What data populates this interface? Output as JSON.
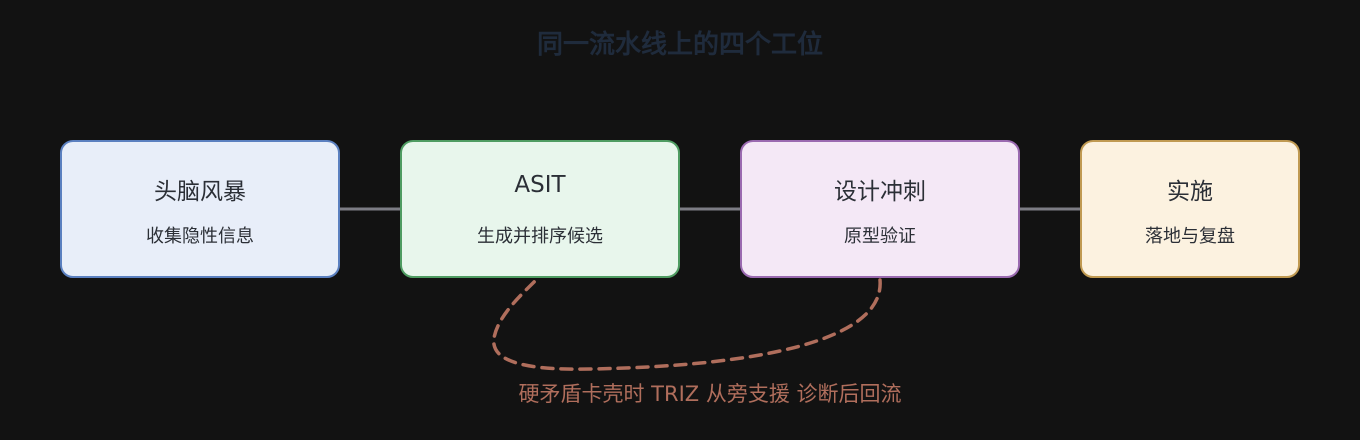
{
  "title": "同一流水线上的四个工位",
  "stages": [
    {
      "name": "头脑风暴",
      "desc": "收集隐性信息",
      "fill": "#e8eef9",
      "border": "#5b80c0"
    },
    {
      "name": "ASIT",
      "desc": "生成并排序候选",
      "fill": "#e8f6ec",
      "border": "#4f9c62"
    },
    {
      "name": "设计冲刺",
      "desc": "原型验证",
      "fill": "#f4e8f6",
      "border": "#9a6ab0"
    },
    {
      "name": "实施",
      "desc": "落地与复盘",
      "fill": "#fcf2e0",
      "border": "#c09a52"
    }
  ],
  "loop": {
    "label": "硬矛盾卡壳时 TRIZ 从旁支援 诊断后回流",
    "color": "#b06e5c"
  },
  "connector_color": "#7c7c84"
}
